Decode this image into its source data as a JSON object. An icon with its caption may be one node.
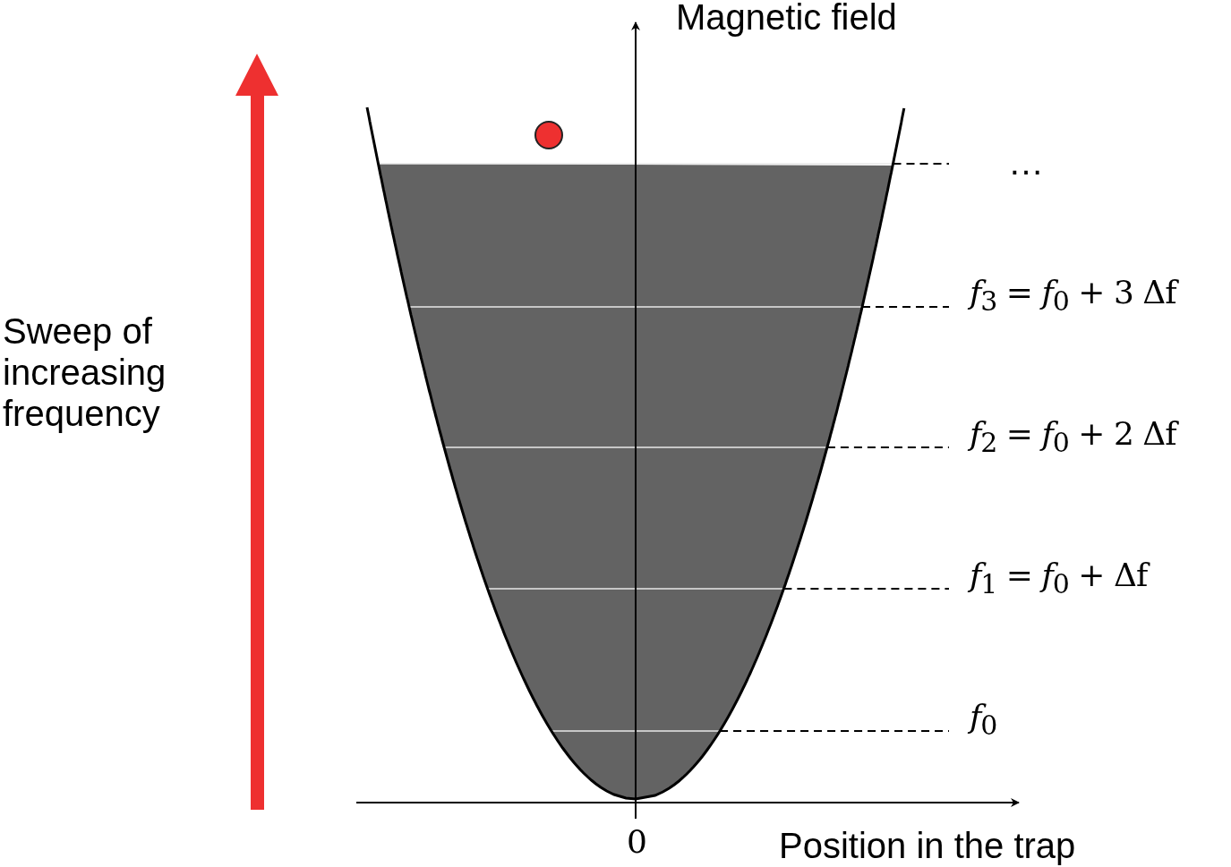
{
  "diagram": {
    "labels": [
      "Magnetic field",
      "…",
      "Sweep of increasing frequency",
      "*f*$_{3}$ = *f*$_{0}$ + 3 Δf",
      "*f*$_{2}$ = *f*$_{0}$ + 2 Δf",
      "*f*$_{1}$ = *f*$_{0}$ + Δf",
      "*f*$_{0}$",
      "0",
      "Position in the trap"
    ]
  }
}
